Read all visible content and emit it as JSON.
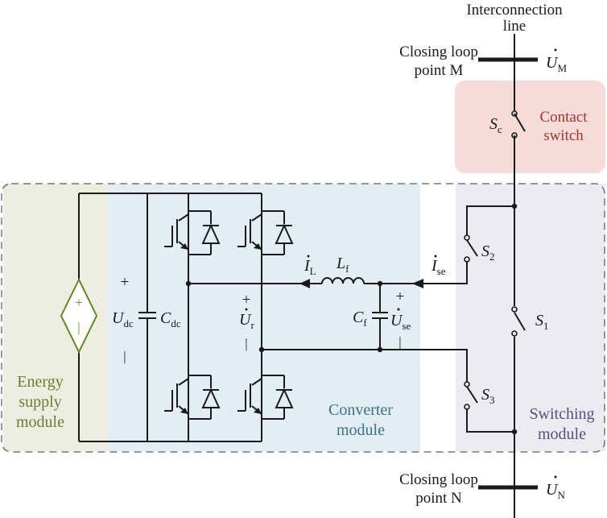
{
  "colors": {
    "energy_fill": "#ecefe0",
    "converter_fill": "#e3eef4",
    "switching_fill": "#eceaf2",
    "contact_fill": "#f6dcd8",
    "energy_text": "#6b7d34",
    "converter_text": "#3f6f86",
    "switching_text": "#5a4f78",
    "contact_text": "#a0362c",
    "source_color": "#5f8a2a",
    "dash_border": "#777777"
  },
  "labels": {
    "interconnection_line_1": "Interconnection",
    "interconnection_line_2": "line",
    "closing_m_1": "Closing loop",
    "closing_m_2": "point M",
    "closing_n_1": "Closing loop",
    "closing_n_2": "point N",
    "u_m_sym": "U",
    "u_m_sub": "M",
    "u_n_sym": "U",
    "u_n_sub": "N",
    "contact_1": "Contact",
    "contact_2": "switch",
    "sc_sym": "S",
    "sc_sub": "c",
    "s1_sym": "S",
    "s1_sub": "1",
    "s2_sym": "S",
    "s2_sub": "2",
    "s3_sym": "S",
    "s3_sub": "3",
    "energy_1": "Energy",
    "energy_2": "supply",
    "energy_3": "module",
    "converter_1": "Converter",
    "converter_2": "module",
    "switching_1": "Switching",
    "switching_2": "module",
    "udc_sym": "U",
    "udc_sub": "dc",
    "cdc_sym": "C",
    "cdc_sub": "dc",
    "ur_sym": "U",
    "ur_sub": "r",
    "il_sym": "I",
    "il_sub": "L",
    "lf_sym": "L",
    "lf_sub": "f",
    "ise_sym": "I",
    "ise_sub": "se",
    "cf_sym": "C",
    "cf_sub": "f",
    "use_sym": "U",
    "use_sub": "se",
    "plus": "+",
    "minus": "|",
    "src_plus": "+",
    "src_minus": "|"
  }
}
